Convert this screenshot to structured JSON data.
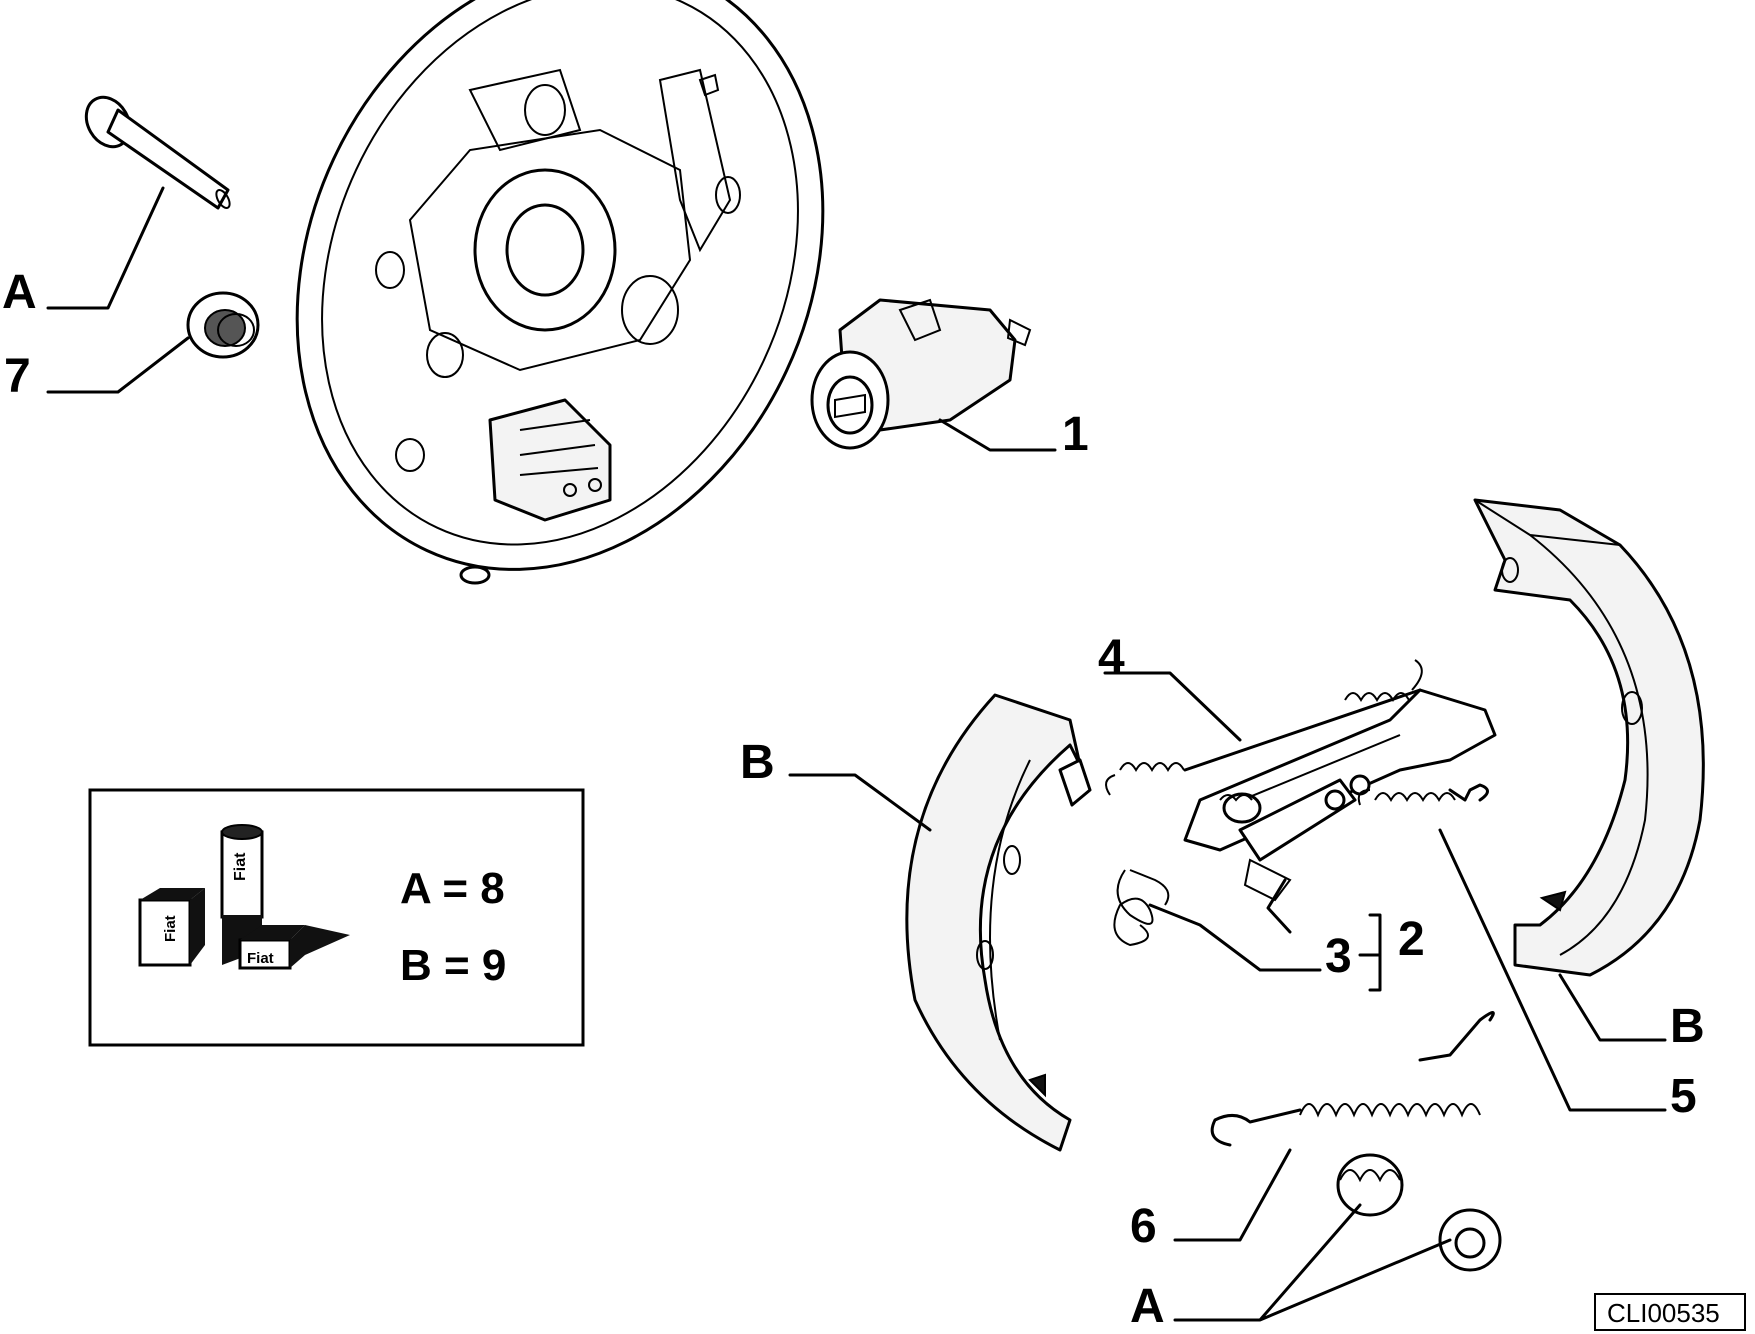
{
  "callouts": {
    "c1": "1",
    "c2": "2",
    "c3": "3",
    "c4": "4",
    "c5": "5",
    "c6": "6",
    "c7": "7",
    "a_top": "A",
    "a_bottom": "A",
    "b_left": "B",
    "b_right": "B"
  },
  "legend": {
    "line1": "A = 8",
    "line2": "B = 9",
    "can_label": "Fiat",
    "box_label_1": "Fiat",
    "box_label_2": "Fiat"
  },
  "reference_code": "CLI00535"
}
